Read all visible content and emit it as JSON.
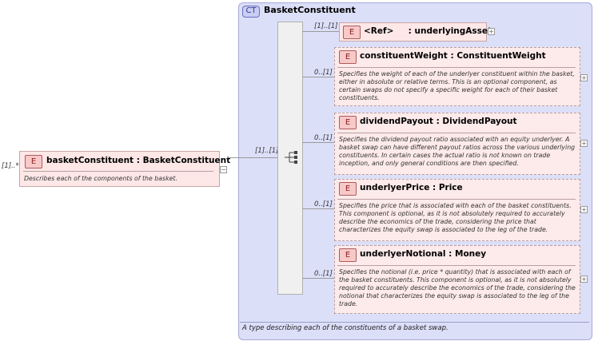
{
  "root": {
    "cardinality": "[1]..*",
    "badge": "E",
    "name": "basketConstituent : BasketConstituent",
    "description": "Describes each of the components of the basket."
  },
  "complex_type": {
    "badge": "CT",
    "title": "BasketConstituent",
    "description": "A type describing each of the constituents of a basket swap."
  },
  "sequence": {
    "cardinality": "[1]..[1]"
  },
  "elements": [
    {
      "cardinality": "[1]..[1]",
      "badge": "E",
      "name": "<Ref>     : underlyingAsset",
      "description": ""
    },
    {
      "cardinality": "0..[1]",
      "badge": "E",
      "name": "constituentWeight : ConstituentWeight",
      "description": "Specifies the weight of each of the underlyer constituent within the basket, either in absolute or relative terms. This is an optional component, as certain swaps do not specify a specific weight for each of their basket constituents."
    },
    {
      "cardinality": "0..[1]",
      "badge": "E",
      "name": "dividendPayout : DividendPayout",
      "description": "Specifies the dividend payout ratio associated with an equity underlyer. A basket swap can have different payout ratios across the various underlying constituents. In certain cases the actual ratio is not known on trade inception, and only general conditions are then specified."
    },
    {
      "cardinality": "0..[1]",
      "badge": "E",
      "name": "underlyerPrice : Price",
      "description": "Specifies the price that is associated with each of the basket constituents. This component is optional, as it is not absolutely required to accurately describe the economics of the trade, considering the price that characterizes the equity swap is associated to the leg of the trade."
    },
    {
      "cardinality": "0..[1]",
      "badge": "E",
      "name": "underlyerNotional : Money",
      "description": "Specifies the notional (i.e. price * quantity) that is associated with each of the basket constituents. This component is optional, as it is not absolutely required to accurately describe the economics of the trade, considering the notional that characterizes the equity swap is associated to the leg of the trade."
    }
  ]
}
